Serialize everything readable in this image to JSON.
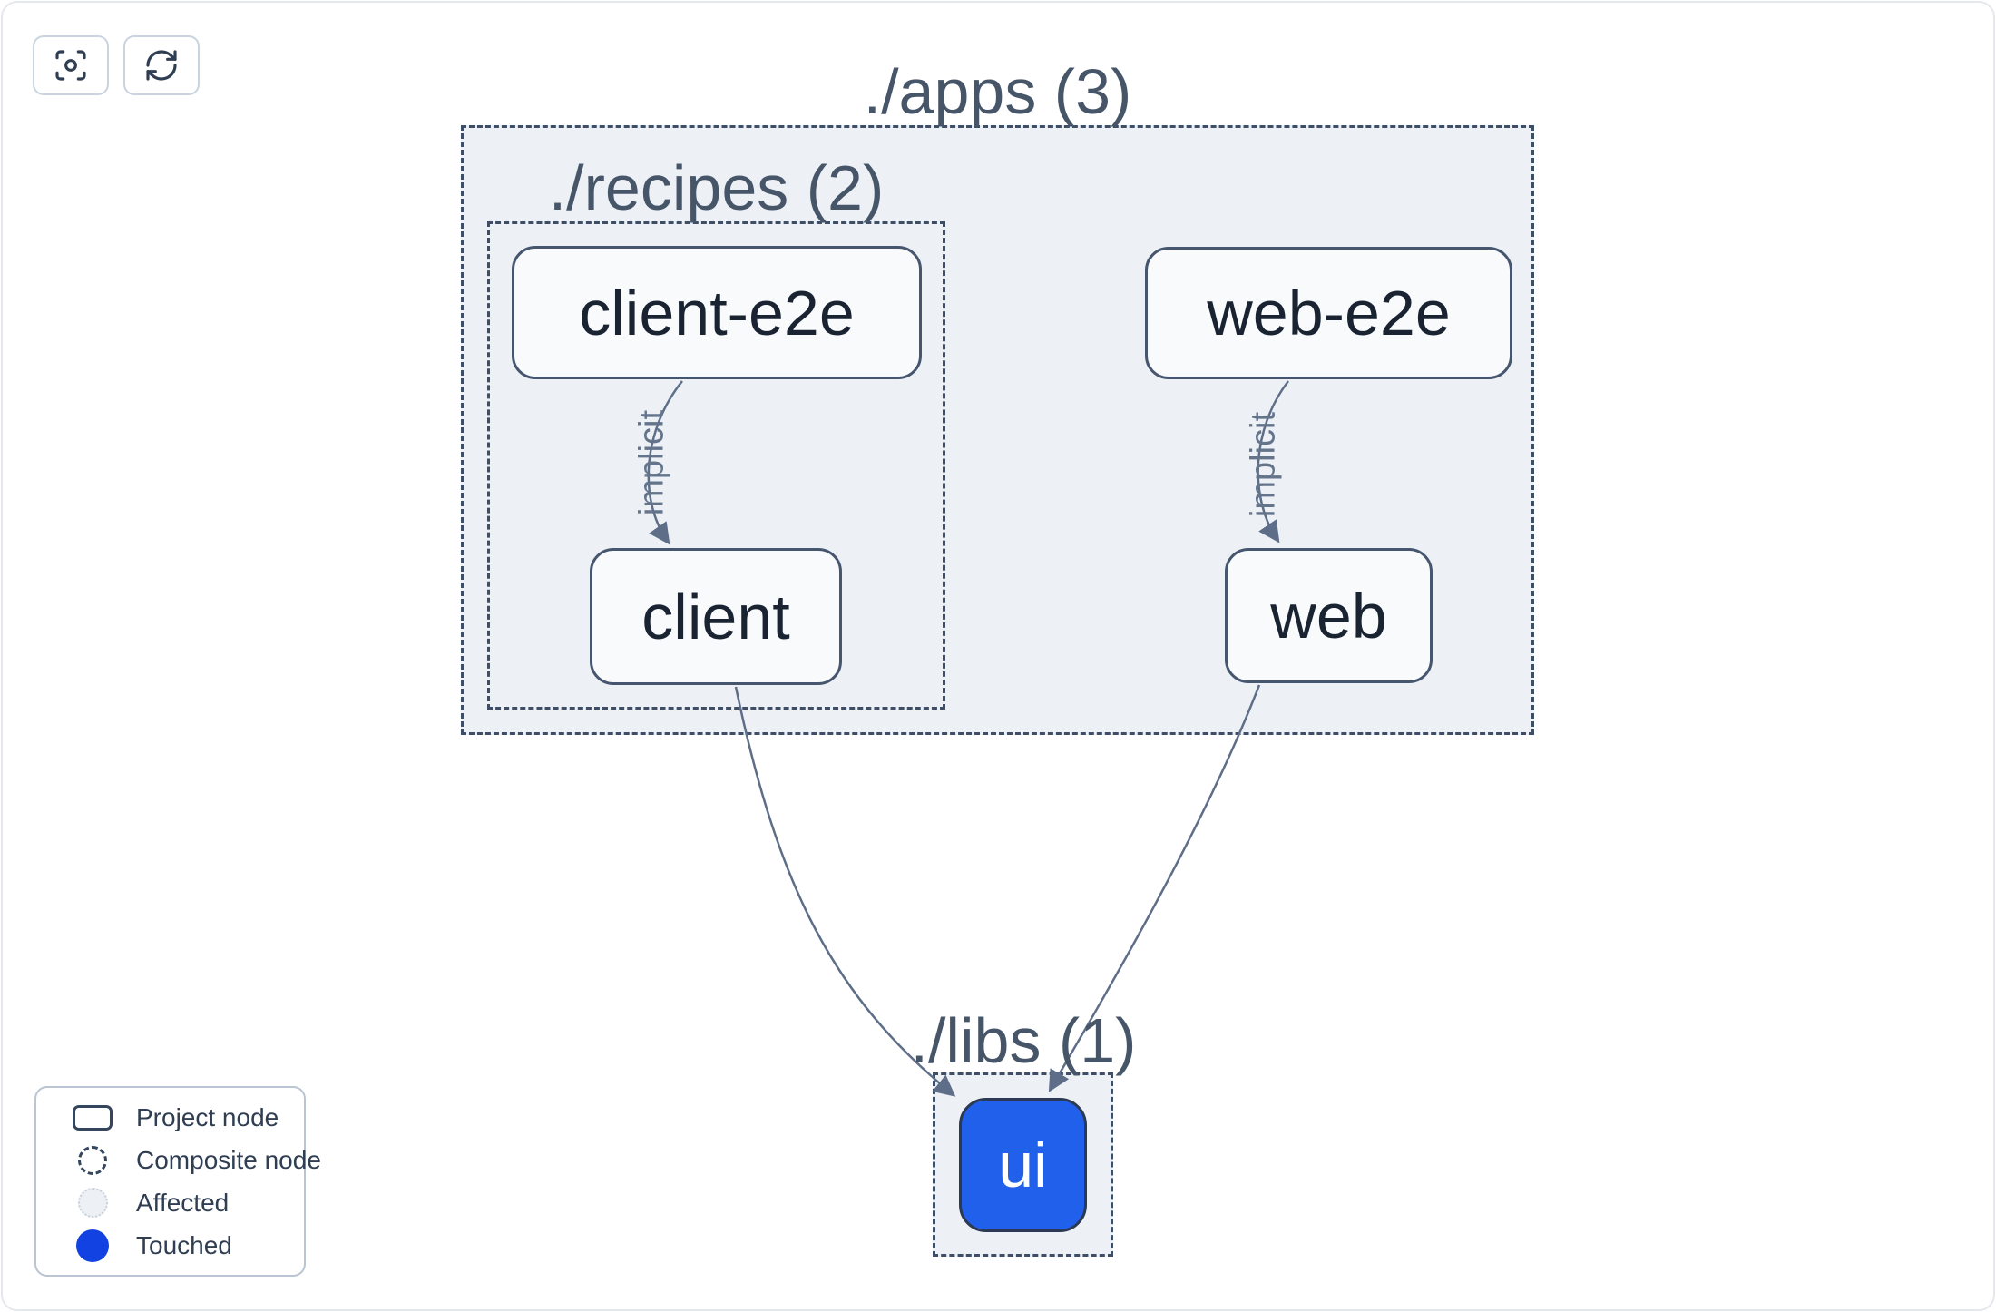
{
  "toolbar": {
    "focus_button": {
      "icon": "focus-icon",
      "tooltip": ""
    },
    "refresh_button": {
      "icon": "refresh-icon",
      "tooltip": ""
    }
  },
  "graph": {
    "groups": [
      {
        "id": "apps",
        "label": "./apps (3)"
      },
      {
        "id": "recipes",
        "label": "./recipes (2)"
      },
      {
        "id": "libs",
        "label": "./libs (1)"
      }
    ],
    "nodes": [
      {
        "id": "client-e2e",
        "label": "client-e2e",
        "type": "project",
        "state": "default"
      },
      {
        "id": "web-e2e",
        "label": "web-e2e",
        "type": "project",
        "state": "default"
      },
      {
        "id": "client",
        "label": "client",
        "type": "project",
        "state": "default"
      },
      {
        "id": "web",
        "label": "web",
        "type": "project",
        "state": "default"
      },
      {
        "id": "ui",
        "label": "ui",
        "type": "project",
        "state": "touched"
      }
    ],
    "edges": [
      {
        "from": "client-e2e",
        "to": "client",
        "label": "implicit"
      },
      {
        "from": "web-e2e",
        "to": "web",
        "label": "implicit"
      },
      {
        "from": "client",
        "to": "ui",
        "label": ""
      },
      {
        "from": "web",
        "to": "ui",
        "label": ""
      }
    ]
  },
  "legend": {
    "items": [
      {
        "swatch": "project-node-swatch",
        "label": "Project node"
      },
      {
        "swatch": "composite-node-swatch",
        "label": "Composite node"
      },
      {
        "swatch": "affected-swatch",
        "label": "Affected"
      },
      {
        "swatch": "touched-swatch",
        "label": "Touched"
      }
    ]
  },
  "colors": {
    "touched_swatch_blue": "#1243e2",
    "touched_node_fill": "#2160ea",
    "group_fill": "#edf1f6",
    "group_border": "#3d4e66",
    "group_label_text": "#475569",
    "node_border": "#46566e",
    "node_text": "#1a2332",
    "edge_stroke": "#5e6e88",
    "edge_label_text": "#64748b"
  }
}
